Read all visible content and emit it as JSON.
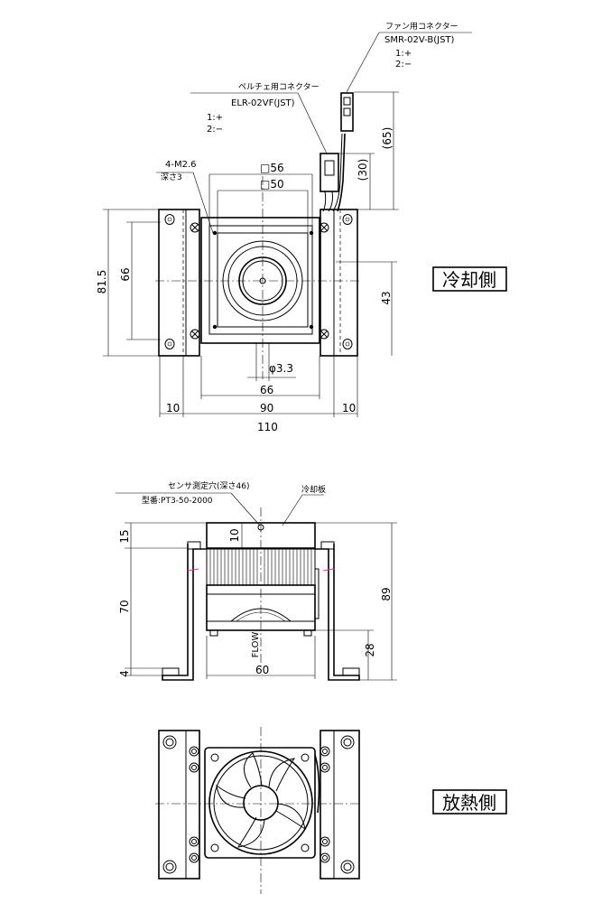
{
  "labels": {
    "fan_connector_title": "ファン用コネクター",
    "fan_connector_model": "SMR-02V-B(JST)",
    "fan_pin1": "1:+",
    "fan_pin2": "2:−",
    "peltier_connector_title": "ペルチェ用コネクター",
    "peltier_connector_model": "ELR-02VF(JST)",
    "peltier_pin1": "1:+",
    "peltier_pin2": "2:−",
    "screw_hole_spec": "4-M2.6",
    "screw_hole_depth": "深さ3",
    "sensor_hole": "センサ測定穴(深さ46)",
    "sensor_model": "型番:PT3-50-2000",
    "cold_plate": "冷却板",
    "flow": "FLOW",
    "cooling_side": "冷却側",
    "heat_side": "放熱側"
  },
  "top_view": {
    "dim_56": "□56",
    "dim_50": "□50",
    "dim_81_5": "81.5",
    "dim_66_left": "66",
    "dim_43": "43",
    "dim_hole": "φ3.3",
    "dim_66_bottom": "66",
    "dim_10_left": "10",
    "dim_90": "90",
    "dim_10_right": "10",
    "dim_110": "110",
    "dim_65": "(65)",
    "dim_30": "(30)"
  },
  "front_view": {
    "dim_15": "15",
    "dim_10": "10",
    "dim_70": "70",
    "dim_4": "4",
    "dim_89": "89",
    "dim_28": "28",
    "dim_60": "60"
  }
}
